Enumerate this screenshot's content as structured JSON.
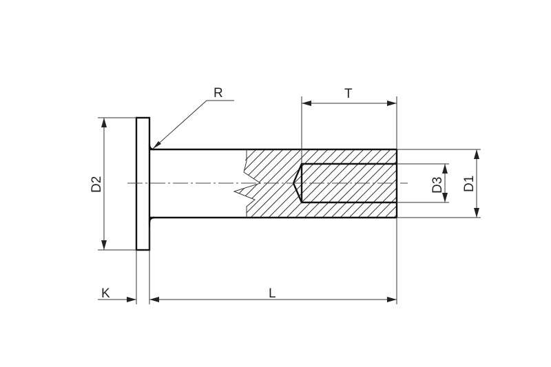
{
  "labels": {
    "r": "R",
    "t": "T",
    "d1": "D1",
    "d2": "D2",
    "d3": "D3",
    "k": "K",
    "l": "L"
  },
  "colors": {
    "line": "#111111",
    "background": "#ffffff"
  }
}
